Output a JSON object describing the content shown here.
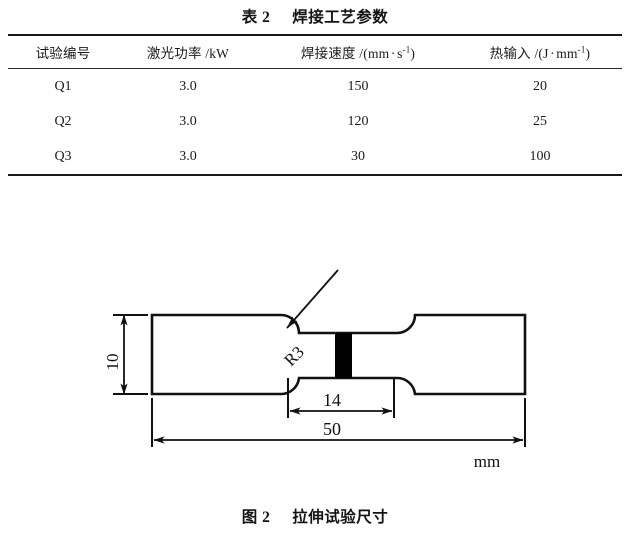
{
  "table": {
    "title_label": "表 2",
    "title_text": "焊接工艺参数",
    "columns": [
      {
        "name": "specimen-id",
        "label": "试验编号"
      },
      {
        "name": "laser-power",
        "label": "激光功率 /kW"
      },
      {
        "name": "welding-speed",
        "label_main": "焊接速度 /(mm",
        "label_dot": "·",
        "label_unit": "s",
        "label_sup": "-1",
        "label_close": ")"
      },
      {
        "name": "heat-input",
        "label_main": "热输入 /(J",
        "label_dot": "·",
        "label_unit": "mm",
        "label_sup": "-1",
        "label_close": ")"
      }
    ],
    "rows": [
      {
        "id": "Q1",
        "power": "3.0",
        "speed": "150",
        "heat": "20"
      },
      {
        "id": "Q2",
        "power": "3.0",
        "speed": "120",
        "heat": "25"
      },
      {
        "id": "Q3",
        "power": "3.0",
        "speed": "30",
        "heat": "100"
      }
    ]
  },
  "figure": {
    "caption_label": "图 2",
    "caption_text": "拉伸试验尺寸",
    "unit_note": "mm",
    "dimensions": {
      "width_label": "10",
      "gauge_length_label": "14",
      "total_length_label": "50",
      "fillet_radius_label": "R3"
    },
    "colors": {
      "line": "#111111",
      "weld_bead": "#000000",
      "background": "#ffffff"
    }
  }
}
